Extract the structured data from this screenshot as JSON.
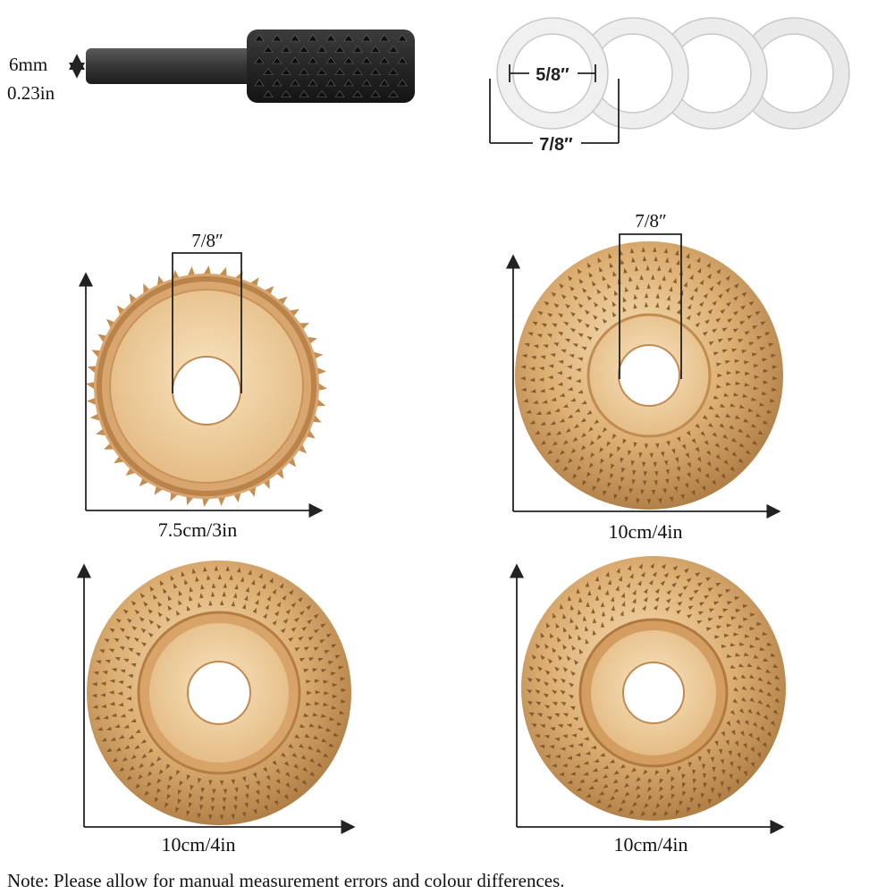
{
  "rasp_bit": {
    "shank_metric": "6mm",
    "shank_imperial": "0.23in",
    "body_color": "#2b2b2b"
  },
  "reducer_rings": {
    "count": 4,
    "inner_label": "5/8″",
    "outer_label": "7/8″",
    "ring_color": "#eeeeee"
  },
  "discs": [
    {
      "id": "disc-1",
      "style": "flat-rim",
      "bore_label": "7/8″",
      "diameter_label": "7.5cm/3in"
    },
    {
      "id": "disc-2",
      "style": "dome-teeth",
      "bore_label": "7/8″",
      "diameter_label": "10cm/4in"
    },
    {
      "id": "disc-3",
      "style": "flat-teeth",
      "bore_label": "",
      "diameter_label": "10cm/4in"
    },
    {
      "id": "disc-4",
      "style": "angled-teeth",
      "bore_label": "",
      "diameter_label": "10cm/4in"
    }
  ],
  "colors": {
    "gold_light": "#f3d7a9",
    "gold_mid": "#d6a467",
    "gold_dark": "#9b6a33",
    "tooth": "#7a4f22",
    "dimension_line": "#222222"
  },
  "note": "Note: Please allow for manual measurement errors and colour differences."
}
